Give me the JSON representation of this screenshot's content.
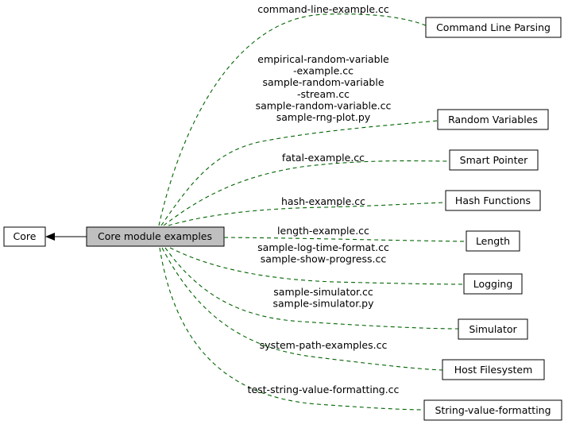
{
  "diagram": {
    "group": "Core",
    "center": "Core module examples",
    "children": [
      {
        "label": "Command Line Parsing",
        "files": [
          "command-line-example.cc"
        ]
      },
      {
        "label": "Random Variables",
        "files": [
          "empirical-random-variable",
          "-example.cc",
          "sample-random-variable",
          "-stream.cc",
          "sample-random-variable.cc",
          "sample-rng-plot.py"
        ]
      },
      {
        "label": "Smart Pointer",
        "files": [
          "fatal-example.cc"
        ]
      },
      {
        "label": "Hash Functions",
        "files": [
          "hash-example.cc"
        ]
      },
      {
        "label": "Length",
        "files": [
          "length-example.cc"
        ]
      },
      {
        "label": "Logging",
        "files": [
          "sample-log-time-format.cc",
          "sample-show-progress.cc"
        ]
      },
      {
        "label": "Simulator",
        "files": [
          "sample-simulator.cc",
          "sample-simulator.py"
        ]
      },
      {
        "label": "Host Filesystem",
        "files": [
          "system-path-examples.cc"
        ]
      },
      {
        "label": "String-value-formatting",
        "files": [
          "test-string-value-formatting.cc"
        ]
      }
    ]
  },
  "colors": {
    "edge": "#006400",
    "center_fill": "#bfbfbf",
    "node_fill": "#ffffff"
  }
}
